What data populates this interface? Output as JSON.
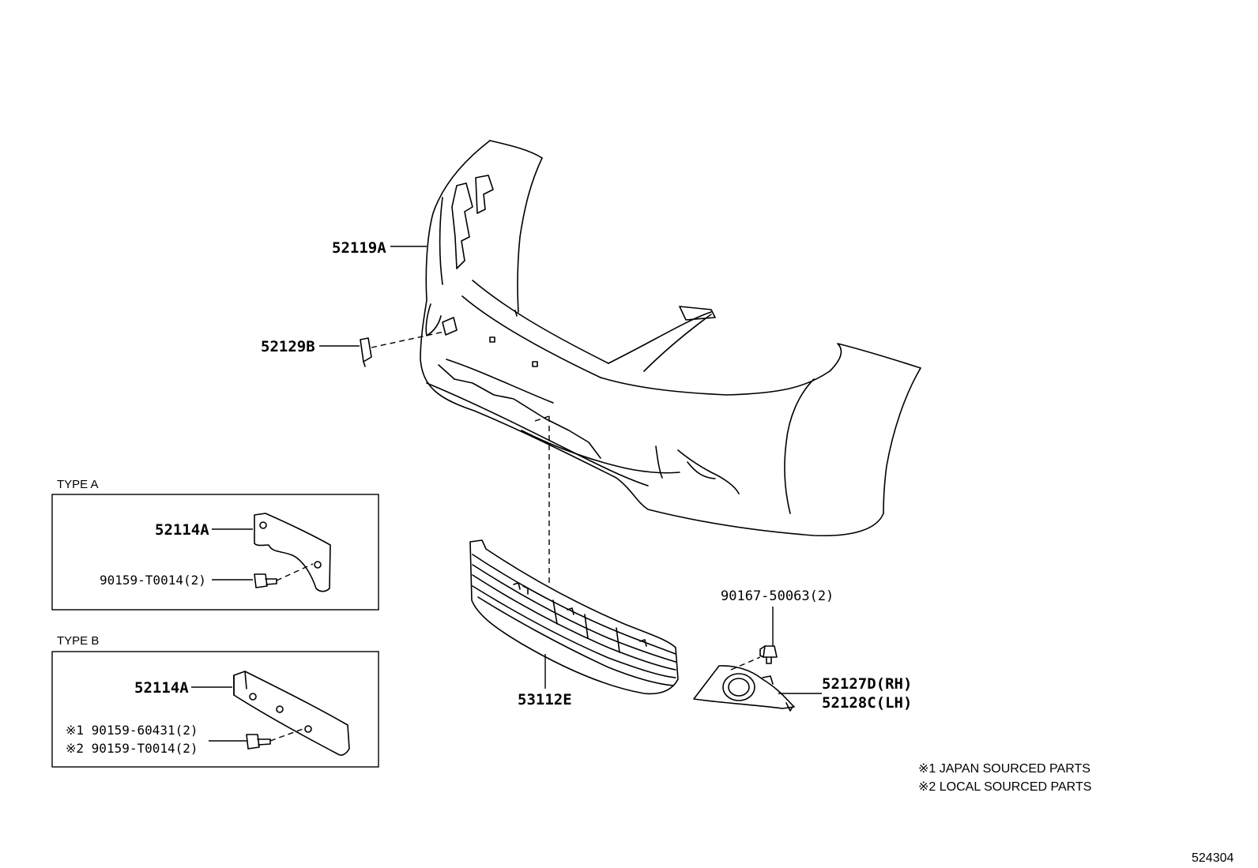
{
  "callouts": {
    "c52119A": "52119A",
    "c52129B": "52129B",
    "c53112E": "53112E",
    "c90167": "90167-50063(2)",
    "c52127D": "52127D(RH)",
    "c52128C": "52128C(LH)"
  },
  "type_a": {
    "title": "TYPE A",
    "part": "52114A",
    "bolt": "90159-T0014(2)"
  },
  "type_b": {
    "title": "TYPE B",
    "part": "52114A",
    "bolt1": "※1 90159-60431(2)",
    "bolt2": "※2 90159-T0014(2)"
  },
  "notes": {
    "n1": "※1 JAPAN SOURCED PARTS",
    "n2": "※2 LOCAL SOURCED PARTS"
  },
  "figure_id": "524304"
}
